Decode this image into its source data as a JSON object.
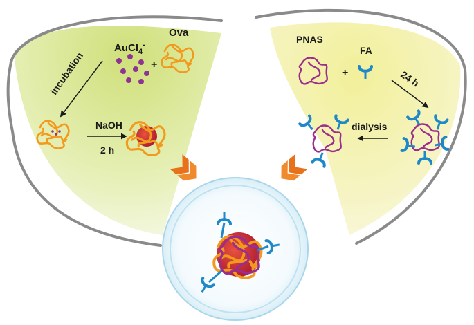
{
  "left_panel": {
    "precursor_label": "AuCl4-",
    "protein_label": "Ova",
    "plus": "+",
    "step1_label": "incubation",
    "reagent_label": "NaOH",
    "time_label": "2 h"
  },
  "right_panel": {
    "polymer_label": "PNAS",
    "ligand_label": "FA",
    "plus": "+",
    "time_label": "24 h",
    "purify_label": "dialysis"
  },
  "colors": {
    "protein": "#F29A1E",
    "polymer": "#9B2D8E",
    "ligand": "#1E88C8",
    "gold_dots": "#8E3393",
    "core": "#C8283A",
    "chevron": "#E8711C",
    "arc": "#8a8a8a"
  },
  "icons": [
    "protein-coil-icon",
    "gold-ion-dots-icon",
    "polymer-coil-icon",
    "folate-ligand-icon",
    "nanoparticle-icon",
    "chevron-arrow-icon",
    "petri-dish-icon"
  ]
}
